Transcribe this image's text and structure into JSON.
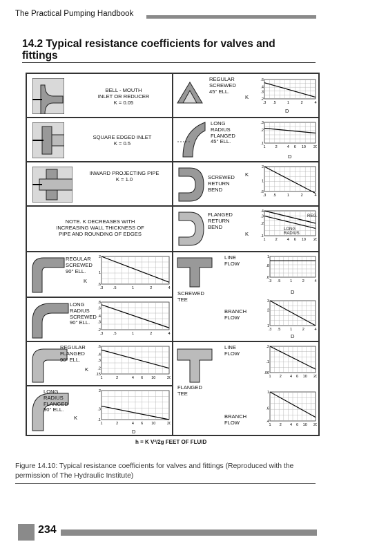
{
  "header": {
    "running_title": "The Practical Pumping Handbook"
  },
  "section": {
    "title": "14.2  Typical resistance coefficients for valves and fittings"
  },
  "entrances": {
    "bell_mouth": "BELL - MOUTH\nINLET OR REDUCER\nK = 0.05",
    "square_edged": "SQUARE EDGED INLET\nK = 0.5",
    "inward_projecting": "INWARD PROJECTING PIPE\nK = 1.0",
    "note": "NOTE. K DECREASES WITH\nINCREASING WALL THICKNESS OF\nPIPE AND ROUNDING OF EDGES"
  },
  "fittings": {
    "regular_screwed_45": "REGULAR\nSCREWED\n45° ELL.",
    "long_radius_flanged_45": "LONG\nRADIUS\nFLANGED\n45° ELL.",
    "screwed_return_bend": "SCREWED\nRETURN\nBEND",
    "flanged_return_bend": "FLANGED\nRETURN\nBEND",
    "regular_screwed_90": "REGULAR\nSCREWED\n90° ELL.",
    "long_radius_screwed_90": "LONG\nRADIUS\nSCREWED\n90° ELL.",
    "regular_flanged_90": "REGULAR\nFLANGED\n90° ELL.",
    "long_radius_flanged_90": "LONG\nRADIUS\nFLANGED\n90° ELL.",
    "line_flow": "LINE\nFLOW",
    "branch_flow": "BRANCH\nFLOW",
    "screwed_tee": "SCREWED\nTEE",
    "flanged_tee": "FLANGED\nTEE",
    "reg_label": "REG.",
    "long_radius_label": "LONG\nRADIUS",
    "k_symbol": "K",
    "d_symbol": "D"
  },
  "chart_data": [
    {
      "type": "line",
      "name": "regular-screwed-45",
      "x": [
        0.3,
        4
      ],
      "y": [
        0.5,
        0.22
      ],
      "xticks": [
        ".3",
        ".5",
        "1",
        "2",
        "4"
      ],
      "yticks": [
        ".6",
        ".4",
        ".3",
        ".2"
      ]
    },
    {
      "type": "line",
      "name": "long-radius-flanged-45",
      "x": [
        1,
        20
      ],
      "y": [
        0.22,
        0.17
      ],
      "xticks": [
        "1",
        "2",
        "4",
        "6",
        "10",
        "20"
      ],
      "yticks": [
        ".3",
        ".2",
        ".1"
      ]
    },
    {
      "type": "line",
      "name": "screwed-return-bend",
      "x": [
        0.3,
        4
      ],
      "y": [
        2.0,
        0.55
      ],
      "xticks": [
        ".3",
        ".5",
        "1",
        "2",
        "4"
      ],
      "yticks": [
        "2",
        "1",
        ".6"
      ]
    },
    {
      "type": "line",
      "name": "flanged-return-bend",
      "series": [
        {
          "name": "REG.",
          "x": [
            1,
            20
          ],
          "y": [
            0.4,
            0.2
          ]
        },
        {
          "name": "LONG RADIUS",
          "x": [
            1,
            20
          ],
          "y": [
            0.3,
            0.15
          ]
        }
      ],
      "xticks": [
        "1",
        "2",
        "4",
        "6",
        "10",
        "20"
      ],
      "yticks": [
        ".4",
        ".3",
        ".2",
        ".1"
      ]
    },
    {
      "type": "line",
      "name": "regular-screwed-90",
      "x": [
        0.3,
        4
      ],
      "y": [
        2.0,
        0.65
      ],
      "xticks": [
        ".3",
        ".5",
        "1",
        "2",
        "4"
      ],
      "yticks": [
        "2",
        "1",
        ".6"
      ]
    },
    {
      "type": "line",
      "name": "long-radius-screwed-90",
      "x": [
        0.3,
        4
      ],
      "y": [
        0.7,
        0.22
      ],
      "xticks": [
        ".3",
        ".5",
        "1",
        "2",
        "4"
      ],
      "yticks": [
        ".8",
        ".6",
        ".4",
        ".3",
        ".2"
      ]
    },
    {
      "type": "line",
      "name": "regular-flanged-90",
      "x": [
        1,
        20
      ],
      "y": [
        0.5,
        0.2
      ],
      "xticks": [
        "1",
        "2",
        "4",
        "6",
        "10",
        "20"
      ],
      "yticks": [
        ".6",
        ".4",
        ".3",
        ".2",
        ".15"
      ]
    },
    {
      "type": "line",
      "name": "long-radius-flanged-90",
      "x": [
        1,
        20
      ],
      "y": [
        0.4,
        0.1
      ],
      "xticks": [
        "1",
        "2",
        "4",
        "6",
        "10",
        "20"
      ],
      "yticks": [
        ".3",
        "2",
        ".1"
      ]
    },
    {
      "type": "line",
      "name": "screwed-tee-line",
      "x": [
        0.3,
        4
      ],
      "y": [
        0.9,
        0.9
      ],
      "xticks": [
        ".3",
        ".5",
        "1",
        "2",
        "4"
      ],
      "yticks": [
        "1",
        ".8",
        ".6"
      ]
    },
    {
      "type": "line",
      "name": "screwed-tee-branch",
      "x": [
        0.3,
        4
      ],
      "y": [
        3.0,
        1.0
      ],
      "xticks": [
        ".3",
        ".5",
        "1",
        "2",
        "4"
      ],
      "yticks": [
        "3",
        "2",
        "1"
      ]
    },
    {
      "type": "line",
      "name": "flanged-tee-line",
      "x": [
        1,
        20
      ],
      "y": [
        0.2,
        0.07
      ],
      "xticks": [
        "1",
        "2",
        "4",
        "6",
        "10",
        "20"
      ],
      "yticks": [
        ".2",
        ".1",
        ".06"
      ]
    },
    {
      "type": "line",
      "name": "flanged-tee-branch",
      "x": [
        1,
        20
      ],
      "y": [
        1.0,
        0.45
      ],
      "xticks": [
        "1",
        "2",
        "4",
        "6",
        "10",
        "20"
      ],
      "yticks": [
        "1",
        ".6",
        ".4"
      ]
    }
  ],
  "formula": "h = K V²/2g  FEET OF FLUID",
  "caption": "Figure 14.10: Typical resistance coefficients for valves and fittings (Reproduced with the permission of The Hydraulic Institute)",
  "footer": {
    "page_number": "234"
  }
}
